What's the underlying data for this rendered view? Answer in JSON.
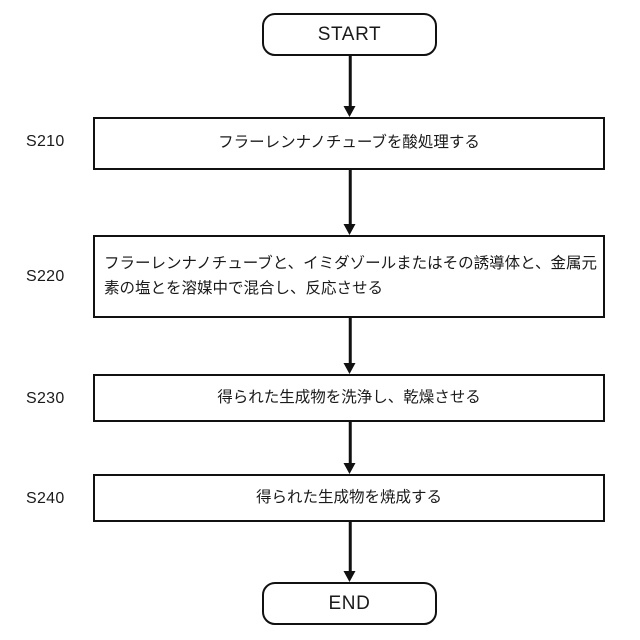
{
  "diagram": {
    "type": "flowchart",
    "orientation": "vertical",
    "language": "ja",
    "colors": {
      "stroke": "#111111",
      "background": "#ffffff",
      "text": "#1a1a1a"
    },
    "start_node": {
      "label": "START"
    },
    "end_node": {
      "label": "END"
    },
    "steps": [
      {
        "id": "S210",
        "step_label": "S210",
        "text": "フラーレンナノチューブを酸処理する",
        "align": "center"
      },
      {
        "id": "S220",
        "step_label": "S220",
        "text": "フラーレンナノチューブと、イミダゾールまたはその誘導体と、金属元\n素の塩とを溶媒中で混合し、反応させる",
        "align": "left"
      },
      {
        "id": "S230",
        "step_label": "S230",
        "text": "得られた生成物を洗浄し、乾燥させる",
        "align": "center"
      },
      {
        "id": "S240",
        "step_label": "S240",
        "text": "得られた生成物を焼成する",
        "align": "center"
      }
    ],
    "connectors": [
      {
        "from": "START",
        "to": "S210"
      },
      {
        "from": "S210",
        "to": "S220"
      },
      {
        "from": "S220",
        "to": "S230"
      },
      {
        "from": "S230",
        "to": "S240"
      },
      {
        "from": "S240",
        "to": "END"
      }
    ]
  }
}
